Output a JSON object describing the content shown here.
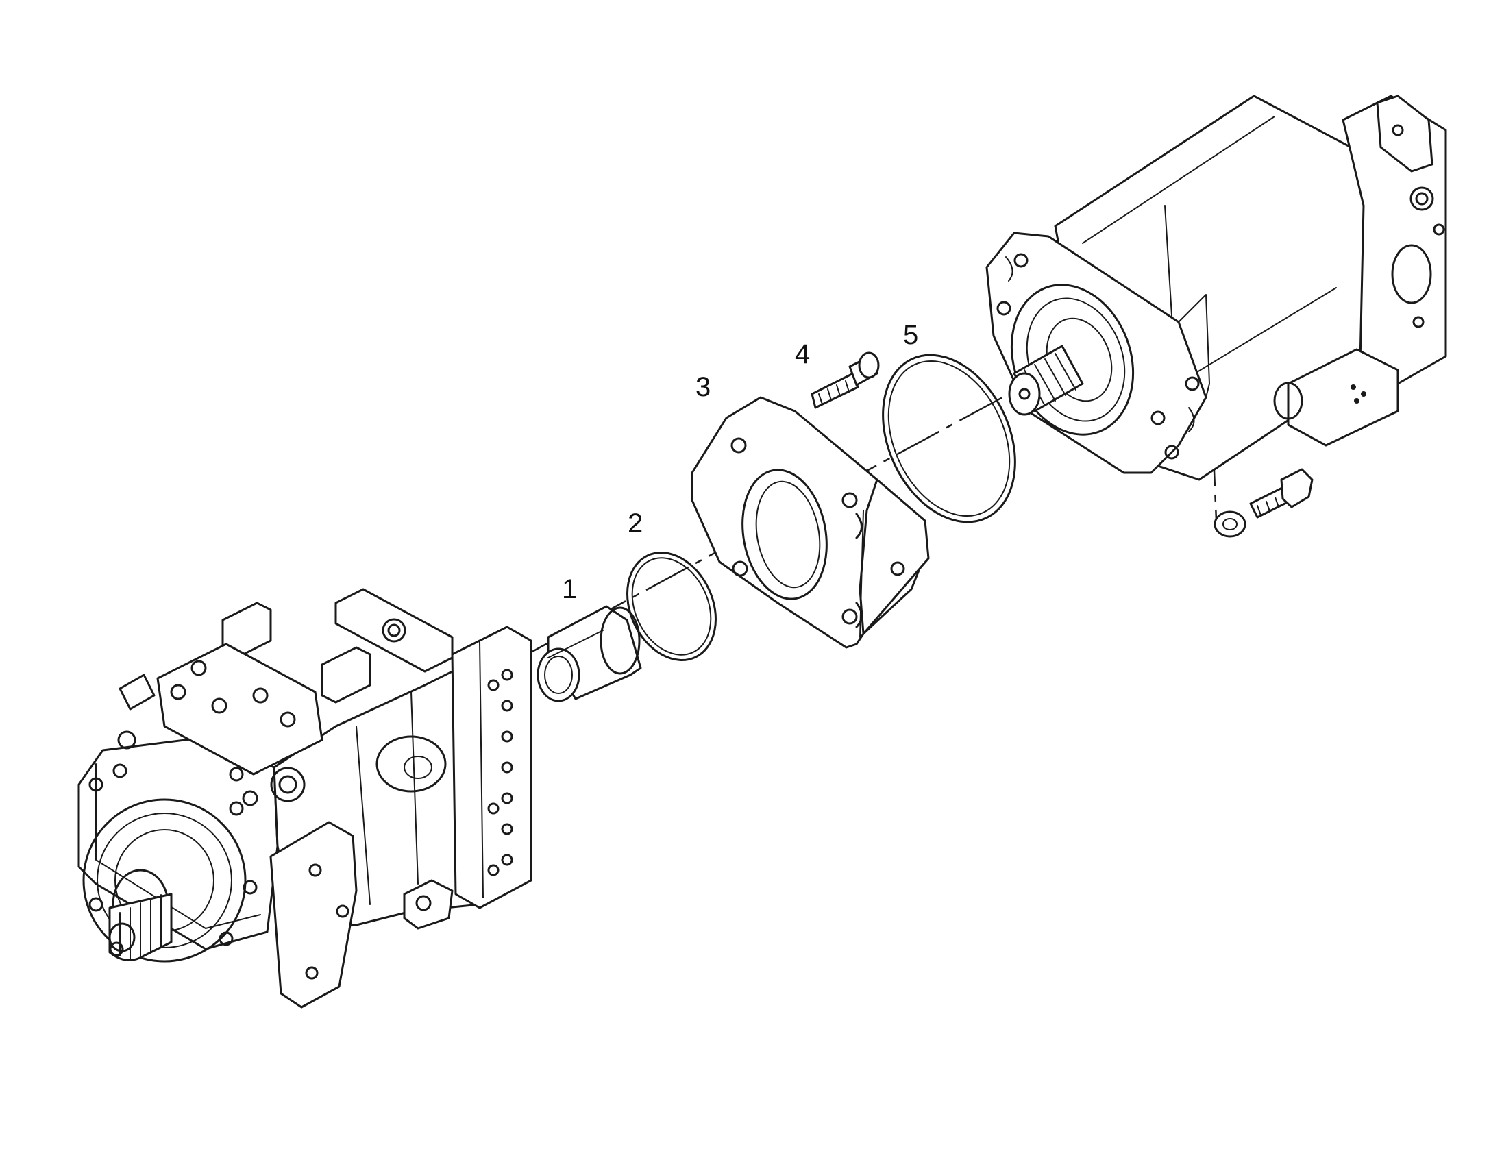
{
  "callouts": [
    {
      "id": "1",
      "text": "1"
    },
    {
      "id": "2",
      "text": "2"
    },
    {
      "id": "3",
      "text": "3"
    },
    {
      "id": "4",
      "text": "4"
    },
    {
      "id": "5",
      "text": "5"
    }
  ],
  "colors": {
    "ink": "#1a1a1a",
    "paper": "#ffffff"
  }
}
